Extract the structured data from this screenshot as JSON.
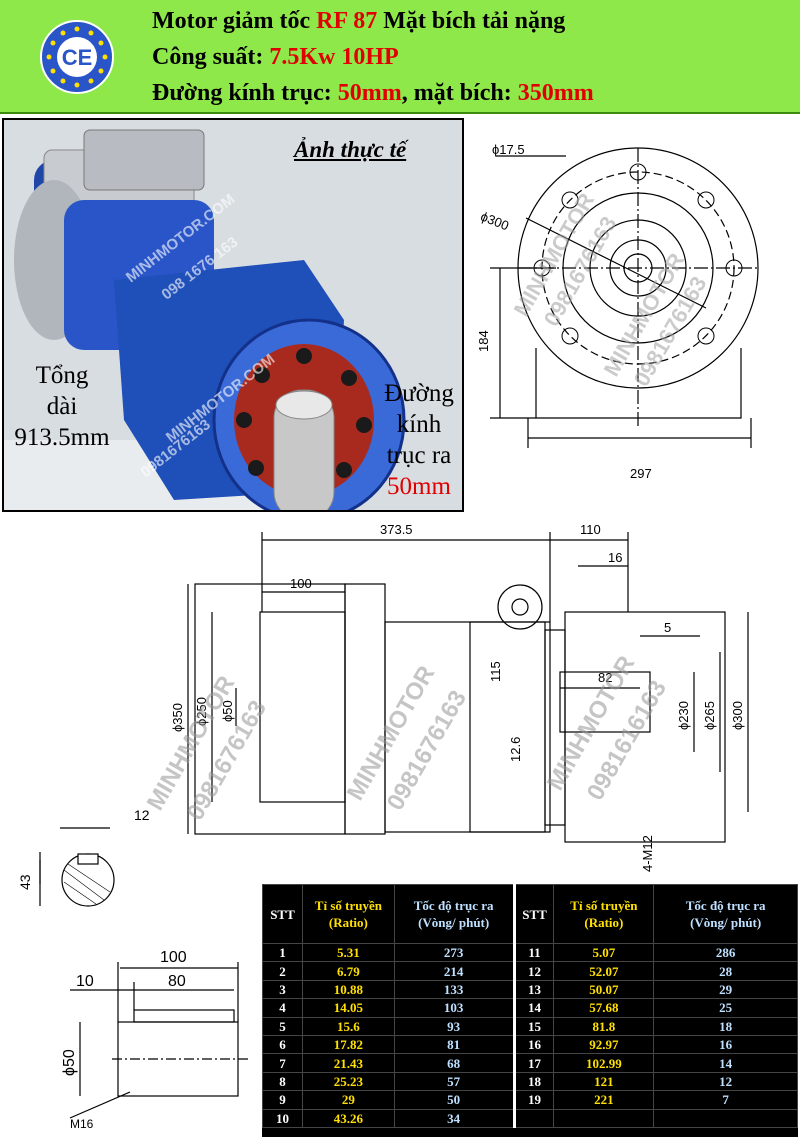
{
  "header": {
    "line1": {
      "prefix": "Motor giảm tốc ",
      "model": "RF 87",
      "suffix": " Mặt bích tải nặng"
    },
    "line2": {
      "prefix": "Công suất: ",
      "power": "7.5Kw 10HP"
    },
    "line3": {
      "prefix": "Đường kính trục: ",
      "shaft": "50mm",
      "mid": ", mặt bích: ",
      "flange": "350mm"
    },
    "logo": {
      "text": "CE",
      "icon": "ce-eu-stars-icon"
    }
  },
  "photo": {
    "caption": "Ảnh thực tế",
    "total_length_label": [
      "Tổng",
      "dài",
      "913.5mm"
    ],
    "shaft_label": [
      "Đường",
      "kính",
      "trục ra"
    ],
    "shaft_value": "50mm",
    "watermark_site": "MINHMOTOR.COM",
    "watermark_phone": "098 1676 163",
    "watermark_phone2": "0981676163",
    "watermark_site2": "MINHMOTOR.COM"
  },
  "front_view": {
    "dims": {
      "hole": "ϕ17.5",
      "pcd": "ϕ300",
      "height": "184",
      "width": "297"
    },
    "watermark1": "MINHMOTOR",
    "watermark2": "0981676163",
    "watermark3": "MINHMOTOR",
    "watermark4": "0981676163"
  },
  "side_view": {
    "dims": {
      "length": "373.5",
      "offset": "110",
      "plate": "16",
      "motor_cap": "100",
      "d350": "ϕ350",
      "d250": "ϕ250",
      "d50": "ϕ50",
      "h115": "115",
      "h12_6": "12.6",
      "w82": "82",
      "w5": "5",
      "d230": "ϕ230",
      "d265": "ϕ265",
      "d300": "ϕ300",
      "bolts": "4-M12"
    },
    "watermarks": [
      "MINHMOTOR",
      "0981676163",
      "MINHMOTOR",
      "0981676163",
      "MINHMOTOR",
      "0981616163"
    ]
  },
  "key_section": {
    "width": "12",
    "height": "43"
  },
  "shaft_detail": {
    "len": "100",
    "key_len": "80",
    "offset": "10",
    "dia": "ϕ50",
    "thread": "M16"
  },
  "ratio_table": {
    "headers": {
      "stt": "STT",
      "ratio": [
        "Tỉ số truyền",
        "(Ratio)"
      ],
      "speed": [
        "Tốc độ trục ra",
        "(Vòng/ phút)"
      ]
    },
    "left": [
      {
        "stt": "1",
        "ratio": "5.31",
        "speed": "273"
      },
      {
        "stt": "2",
        "ratio": "6.79",
        "speed": "214"
      },
      {
        "stt": "3",
        "ratio": "10.88",
        "speed": "133"
      },
      {
        "stt": "4",
        "ratio": "14.05",
        "speed": "103"
      },
      {
        "stt": "5",
        "ratio": "15.6",
        "speed": "93"
      },
      {
        "stt": "6",
        "ratio": "17.82",
        "speed": "81"
      },
      {
        "stt": "7",
        "ratio": "21.43",
        "speed": "68"
      },
      {
        "stt": "8",
        "ratio": "25.23",
        "speed": "57"
      },
      {
        "stt": "9",
        "ratio": "29",
        "speed": "50"
      },
      {
        "stt": "10",
        "ratio": "43.26",
        "speed": "34"
      }
    ],
    "right": [
      {
        "stt": "11",
        "ratio": "5.07",
        "speed": "286"
      },
      {
        "stt": "12",
        "ratio": "52.07",
        "speed": "28"
      },
      {
        "stt": "13",
        "ratio": "50.07",
        "speed": "29"
      },
      {
        "stt": "14",
        "ratio": "57.68",
        "speed": "25"
      },
      {
        "stt": "15",
        "ratio": "81.8",
        "speed": "18"
      },
      {
        "stt": "16",
        "ratio": "92.97",
        "speed": "16"
      },
      {
        "stt": "17",
        "ratio": "102.99",
        "speed": "14"
      },
      {
        "stt": "18",
        "ratio": "121",
        "speed": "12"
      },
      {
        "stt": "19",
        "ratio": "221",
        "speed": "7"
      },
      {
        "stt": "",
        "ratio": "",
        "speed": ""
      }
    ]
  },
  "colors": {
    "header_bg": "#8fe84a",
    "accent_red": "#e00000",
    "motor_blue": "#1f4fb8",
    "table_yellow": "#ffe000",
    "table_blue": "#bfe0ff"
  }
}
